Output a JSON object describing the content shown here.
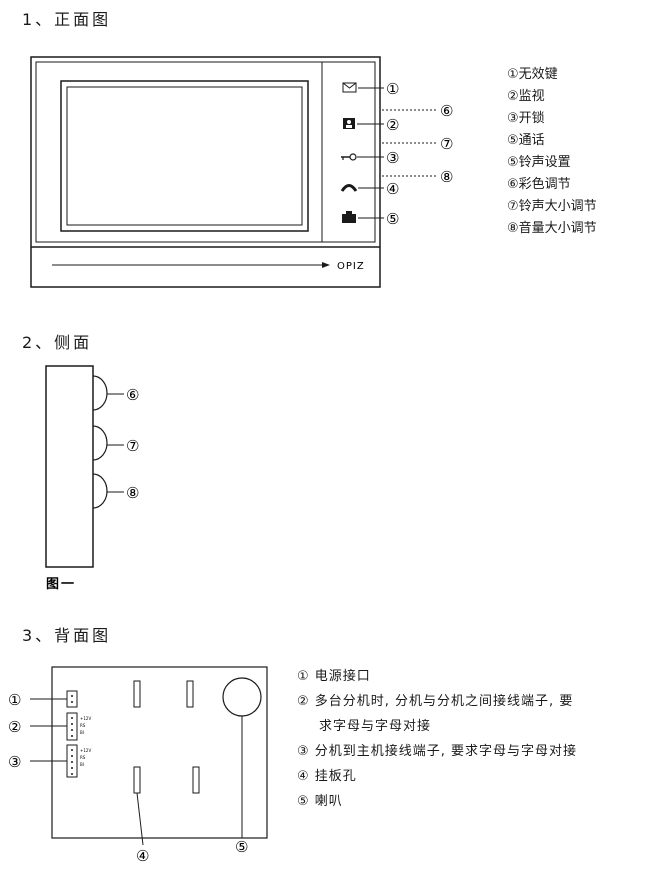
{
  "sections": {
    "front": "1、正面图",
    "side": "2、侧面",
    "back": "3、背面图"
  },
  "front": {
    "brand": "OPIZ",
    "callouts": [
      "①",
      "②",
      "③",
      "④",
      "⑤",
      "⑥",
      "⑦",
      "⑧"
    ],
    "legend": [
      "①无效键",
      "②监视",
      "③开锁",
      "⑤通话",
      "⑤铃声设置",
      "⑥彩色调节",
      "⑦铃声大小调节",
      "⑧音量大小调节"
    ],
    "icons": [
      "envelope-icon",
      "monitor-icon",
      "key-icon",
      "phone-icon",
      "camera-icon"
    ]
  },
  "side": {
    "callouts": [
      "⑥",
      "⑦",
      "⑧"
    ],
    "caption": "图一"
  },
  "back": {
    "callouts": [
      "①",
      "②",
      "③",
      "④",
      "⑤"
    ],
    "terminal_labels": [
      "+12V",
      "RS",
      "BI",
      "+12V",
      "RS",
      "BI"
    ],
    "legend": [
      "① 电源接口",
      "② 多台分机时, 分机与分机之间接线端子, 要",
      "求字母与字母对接",
      "③ 分机到主机接线端子, 要求字母与字母对接",
      "④ 挂板孔",
      "⑤ 喇叭"
    ]
  },
  "colors": {
    "ink": "#1a1a1a",
    "background": "#ffffff"
  }
}
